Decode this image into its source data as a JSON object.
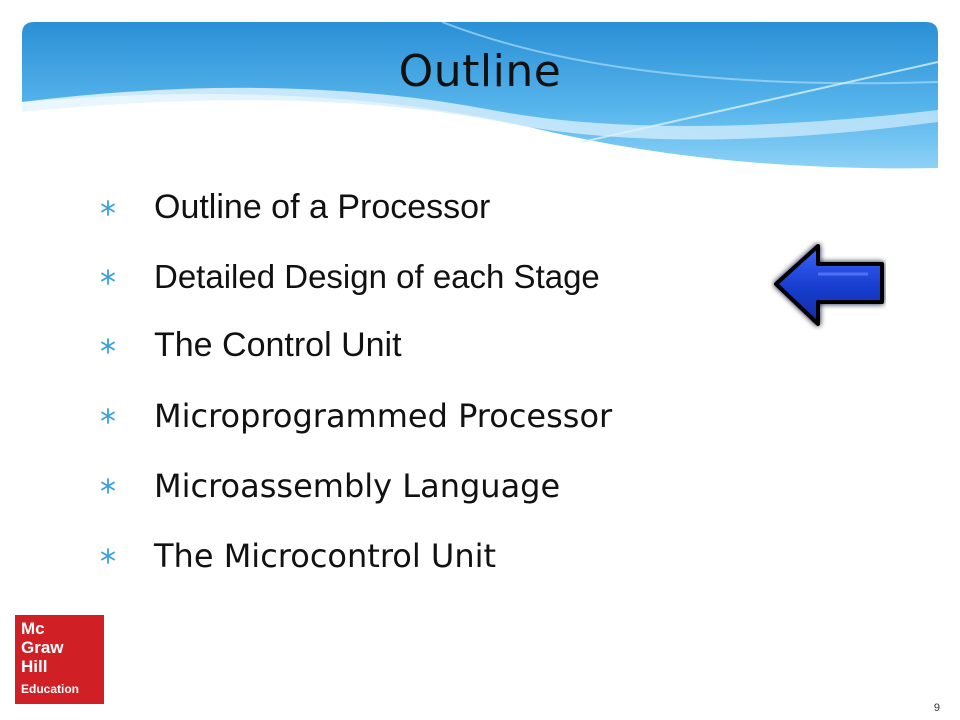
{
  "slide": {
    "title": "Outline",
    "page_number": "9"
  },
  "bullets": [
    {
      "text": "Outline of a Processor"
    },
    {
      "text": "Detailed Design of each Stage"
    },
    {
      "text": "The Control Unit"
    },
    {
      "text": "Microprogrammed Processor"
    },
    {
      "text": "Microassembly Language"
    },
    {
      "text": "The Microcontrol Unit"
    }
  ],
  "pointer": {
    "icon": "left-arrow-icon",
    "target_item": "Detailed Design of each Stage"
  },
  "logo": {
    "lines": [
      "Mc",
      "Graw",
      "Hill",
      "Education"
    ],
    "color": "#d11f26"
  },
  "colors": {
    "header_light": "#cde9fb",
    "header_mid": "#6bc4f2",
    "header_dark": "#2a8fd6",
    "bullet": "#3aa0e0",
    "arrow_fill": "#1a3fd0"
  }
}
